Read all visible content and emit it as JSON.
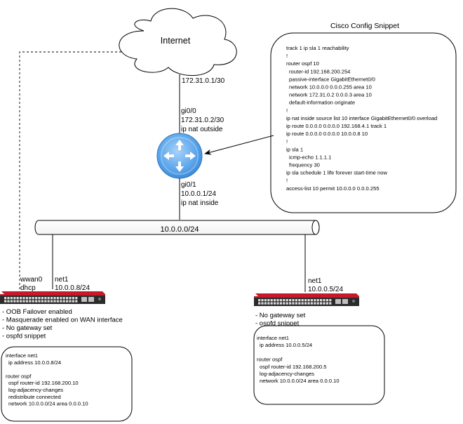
{
  "cloud": {
    "label": "Internet"
  },
  "router": {
    "upstream_link": "172.31.0.1/30",
    "outside_iface": [
      "gi0/0",
      "172.31.0.2/30",
      "ip nat outside"
    ],
    "inside_iface": [
      "gi0/1",
      "10.0.0.1/24",
      "ip nat inside"
    ]
  },
  "bus": {
    "label": "10.0.0.0/24"
  },
  "cisco_config": {
    "title": "Cisco Config Snippet",
    "lines": [
      "track 1 ip sla 1 reachability",
      "!",
      "router ospf 10",
      " router-id 192.168.200.254",
      " passive-interface GigabitEthernet0/0",
      " network 10.0.0.0 0.0.0.255 area 10",
      " network 172.31.0.2 0.0.0.3 area 10",
      " default-information originate",
      "!",
      "ip nat inside source list 10 interface GigabitEthernet0/0 overload",
      "ip route 0.0.0.0 0.0.0.0 192.168.4.1 track 1",
      "ip route 0.0.0.0 0.0.0.0 10.0.0.8 10",
      "!",
      "ip sla 1",
      " icmp-echo 1.1.1.1",
      " frequency 30",
      "ip sla schedule 1 life forever start-time now",
      "!",
      "access-list 10 permit 10.0.0.0 0.0.0.255"
    ]
  },
  "left_device": {
    "wwan_label": [
      "wwan0",
      "dhcp"
    ],
    "net_label": [
      "net1",
      "10.0.0.8/24"
    ],
    "notes": [
      "- OOB Failover enabled",
      "- Masquerade enabled on WAN interface",
      "- No gateway set",
      "- ospfd snippet"
    ],
    "snippet_lines": [
      "interface net1",
      " ip address 10.0.0.8/24",
      "",
      "router ospf",
      " ospf router-id 192.168.200.10",
      " log-adjacency-changes",
      " redistribute connected",
      " network 10.0.0.0/24 area 0.0.0.10"
    ]
  },
  "right_device": {
    "net_label": [
      "net1",
      "10.0.0.5/24"
    ],
    "notes": [
      "- No gateway set",
      "- ospfd snippet"
    ],
    "snippet_lines": [
      "interface net1",
      " ip address 10.0.0.5/24",
      "",
      "router ospf",
      " ospf router-id 192.168.200.5",
      " log-adjacency-changes",
      " network 10.0.0.0/24 area 0.0.0.10"
    ]
  },
  "colors": {
    "router_fill": "#4a9ae6",
    "router_light": "#8ec2f4",
    "switch_red": "#c8192a",
    "switch_dark": "#2b2b2b"
  }
}
